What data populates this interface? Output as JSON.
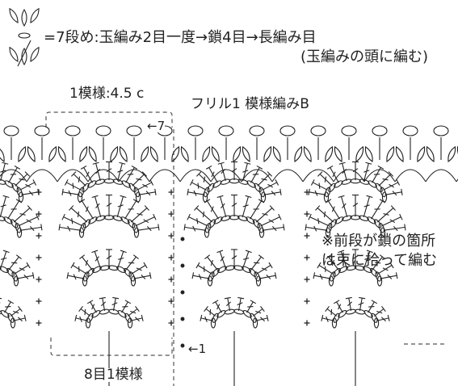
{
  "legend": {
    "line1": "=7段め:玉編み2目一度→鎖4目→長編み目",
    "line2": "(玉編みの頭に編む)"
  },
  "repeat_width_label": "1模様:4.5 c",
  "frill_label": "フリル1 模様編みB",
  "row7_marker": "←7",
  "row1_marker": "←1",
  "note": {
    "line1": "※前段が鎖の箇所",
    "line2": "は束に拾って編む"
  },
  "stitch_repeat_label": "8目1模様",
  "colors": {
    "ink": "#222222",
    "background": "#ffffff"
  }
}
